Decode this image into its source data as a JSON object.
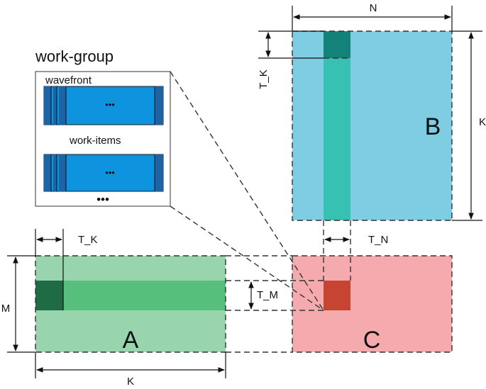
{
  "workgroup": {
    "title": "work-group",
    "wavefront_label": "wavefront",
    "workitems_label": "work-items",
    "inner_ellipsis": "•••",
    "outer_ellipsis": "•••"
  },
  "matrix_a": {
    "label": "A",
    "color": "#98d4ad",
    "row_color": "#56bf7c",
    "tile_color": "#1f6b43"
  },
  "matrix_b": {
    "label": "B",
    "color": "#7ecde3",
    "col_color": "#36c1b2",
    "tile_color": "#148278"
  },
  "matrix_c": {
    "label": "C",
    "color": "#f5aaae",
    "tile_color": "#c84432"
  },
  "wavefront_colors": {
    "fill": "#0e94df",
    "stripe": "#1d64a6"
  },
  "dims": {
    "a_tk": "T_K",
    "a_m": "M",
    "a_k": "K",
    "a_tm": "T_M",
    "b_n": "N",
    "b_tk": "T_K",
    "b_k": "K",
    "c_tn": "T_N"
  }
}
